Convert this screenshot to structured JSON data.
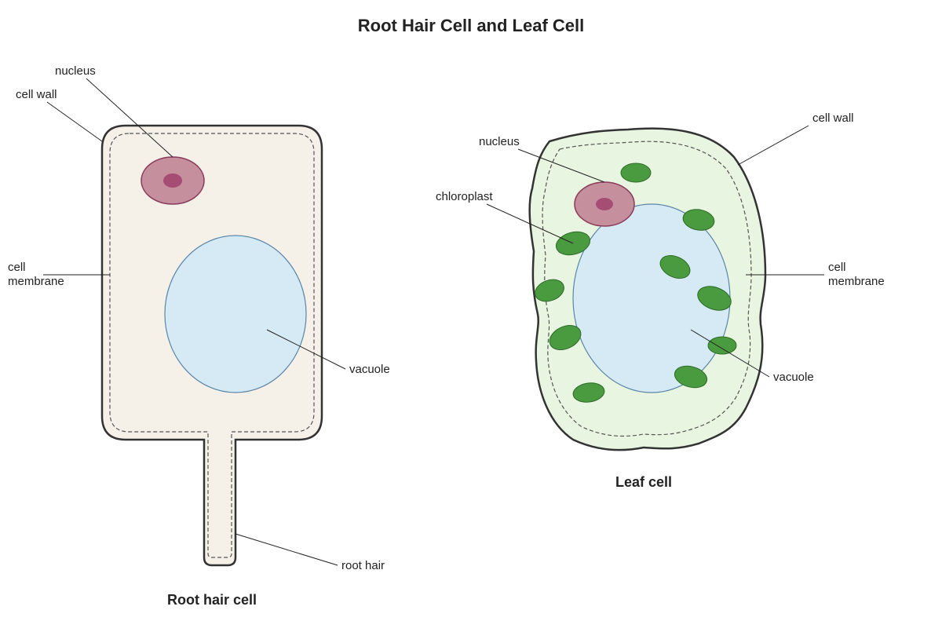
{
  "title": "Root Hair Cell and Leaf Cell",
  "colors": {
    "root_cytoplasm": "#f5f0e8",
    "leaf_cytoplasm": "#e8f5e0",
    "vacuole_fill": "#d6eaf6",
    "vacuole_stroke": "#5a86a8",
    "nucleus_fill": "#c58f9e",
    "nucleus_stroke": "#8a3a5a",
    "nucleolus_fill": "#a54d72",
    "chloroplast_fill": "#4a9a3f",
    "chloroplast_stroke": "#2e6b28",
    "outline": "#333333"
  },
  "root_cell": {
    "caption": "Root hair cell",
    "labels": {
      "nucleus": "nucleus",
      "cell_wall": "cell wall",
      "cell_membrane_line1": "cell",
      "cell_membrane_line2": "membrane",
      "vacuole": "vacuole",
      "root_hair": "root hair"
    }
  },
  "leaf_cell": {
    "caption": "Leaf cell",
    "labels": {
      "nucleus": "nucleus",
      "chloroplast": "chloroplast",
      "cell_wall": "cell wall",
      "cell_membrane_line1": "cell",
      "cell_membrane_line2": "membrane",
      "vacuole": "vacuole"
    }
  }
}
